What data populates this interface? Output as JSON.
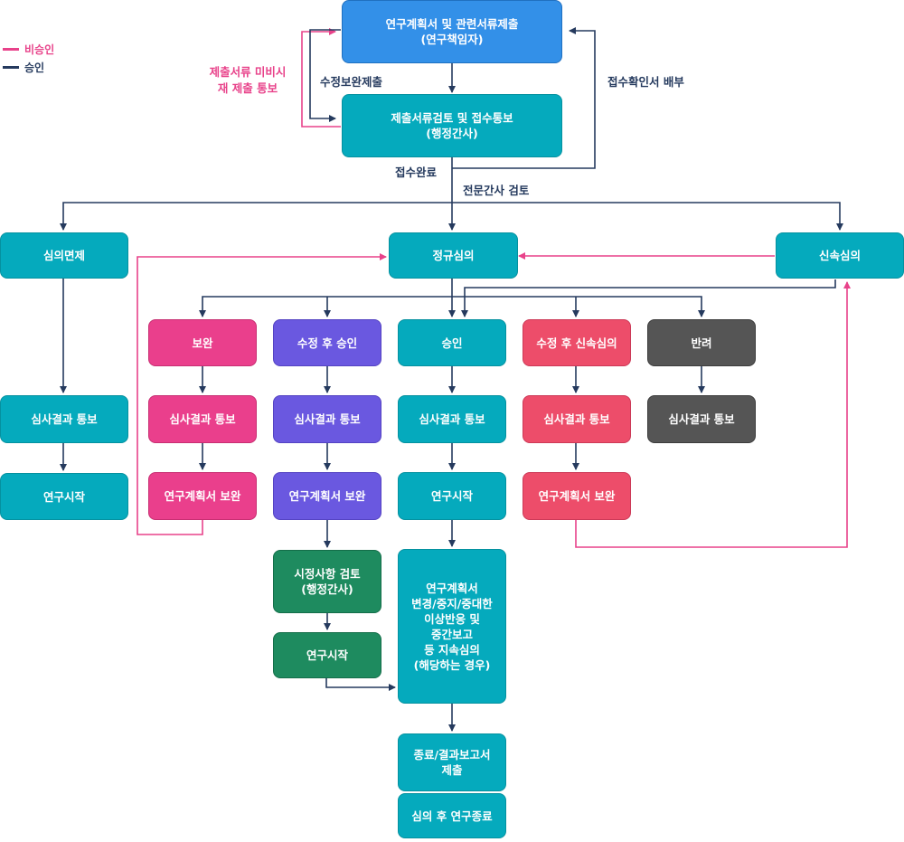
{
  "legend": {
    "disapproved": "비승인",
    "approved": "승인",
    "disapproved_color": "#e8428a",
    "approved_color": "#253a5e"
  },
  "nodes": {
    "submit": [
      "연구계획서 및 관련서류제출",
      "(연구책임자)"
    ],
    "review_docs": [
      "제출서류검토 및 접수통보",
      "(행정간사)"
    ],
    "exempt": [
      "심의면제"
    ],
    "regular": [
      "정규심의"
    ],
    "expedited": [
      "신속심의"
    ],
    "supplement": [
      "보완"
    ],
    "approve_after_mod": [
      "수정 후 승인"
    ],
    "approve": [
      "승인"
    ],
    "expedited_after_mod": [
      "수정 후 신속심의"
    ],
    "reject": [
      "반려"
    ],
    "exempt_notify": [
      "심사결과 통보"
    ],
    "exempt_start": [
      "연구시작"
    ],
    "supp_notify": [
      "심사결과 통보"
    ],
    "supp_revise": [
      "연구계획서 보완"
    ],
    "mod_notify": [
      "심사결과 통보"
    ],
    "mod_revise": [
      "연구계획서 보완"
    ],
    "mod_check": [
      "시정사항 검토",
      "(행정간사)"
    ],
    "mod_start": [
      "연구시작"
    ],
    "appr_notify": [
      "심사결과 통보"
    ],
    "appr_start": [
      "연구시작"
    ],
    "changes": [
      "연구계획서",
      "변경/중지/중대한",
      "이상반응 및",
      "중간보고",
      "등 지속심의",
      "(해당하는 경우)"
    ],
    "final_report": [
      "종료/결과보고서",
      "제출"
    ],
    "end": [
      "심의 후 연구종료"
    ],
    "exp_notify": [
      "심사결과 통보"
    ],
    "exp_revise": [
      "연구계획서 보완"
    ],
    "rej_notify": [
      "심사결과 통보"
    ]
  },
  "labels": {
    "resubmit": [
      "제출서류 미비시",
      "재 제출 통보"
    ],
    "revise_submit": "수정보완제출",
    "receipt_confirm": "접수확인서 배부",
    "receipt_done": "접수완료",
    "expert_review": "전문간사 검토"
  },
  "colors": {
    "teal": "#05aabd",
    "blue": "#3390e8",
    "pink": "#ea3f8c",
    "purple": "#6a58e0",
    "red": "#ed4d6a",
    "gray": "#555555",
    "green": "#1e8b5f",
    "arrow_navy": "#253a5e",
    "arrow_pink": "#e8428a"
  }
}
